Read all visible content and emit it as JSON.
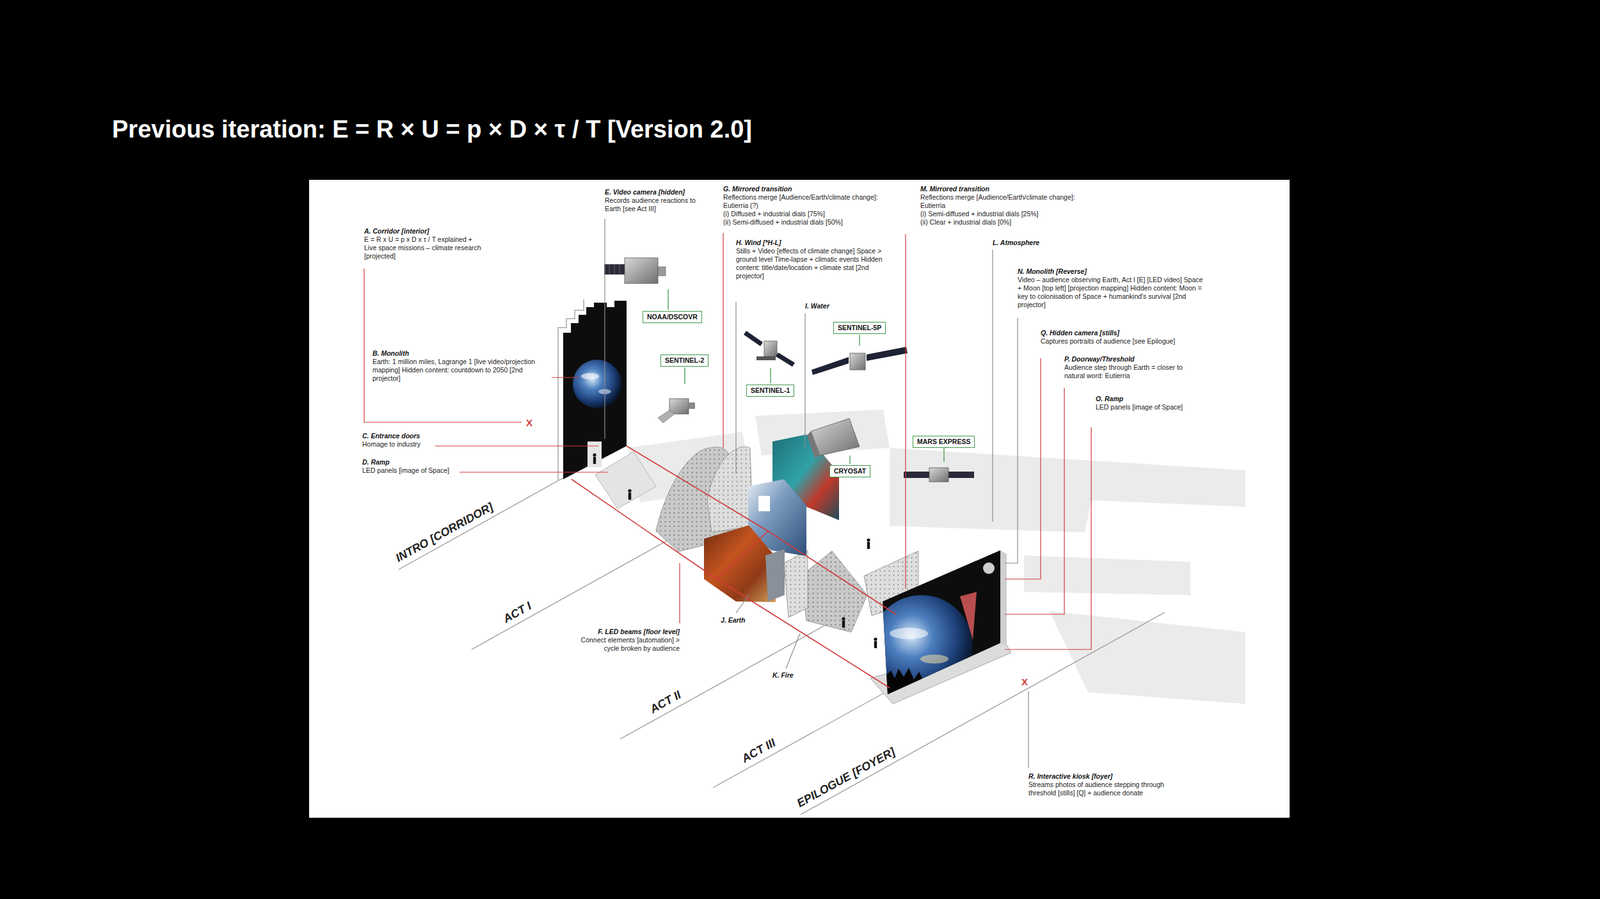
{
  "diagram": {
    "title": "Previous iteration: E = R × U = p × D × τ / T [Version 2.0]",
    "nodes": [
      {
        "text": [
          "NOAA/DSCOVR"
        ]
      },
      {
        "text": [
          "SENTINEL-5P"
        ]
      },
      {
        "text": [
          "SENTINEL-2"
        ]
      },
      {
        "text": [
          "SENTINEL-1"
        ]
      },
      {
        "text": [
          "MARS EXPRESS"
        ]
      },
      {
        "text": [
          "CRYOSAT"
        ]
      }
    ],
    "labels": [
      "A. Corridor [interior]",
      "E = R x U = p x D x τ / T explained + Live space missions – climate research [projected]",
      "B. Monolith",
      "Earth: 1 million miles, Lagrange 1 [live video/projection mapping] Hidden content: countdown to 2050 [2nd projector]",
      "C. Entrance doors",
      "Homage to industry",
      "D. Ramp",
      "LED panels [image of Space]",
      "E. Video camera [hidden]",
      "Records audience reactions to Earth [see Act III]",
      "F. LED beams [floor level]",
      "Connect elements [automation] > cycle broken by audience",
      "G. Mirrored transition",
      "Reflections merge [Audience/Earth/climate change]: Eutierria (?)",
      "(i) Diffused + industrial dials [75%]",
      "(ii) Semi-diffused + industrial dials [50%]",
      "H. Wind [*H-L]",
      "Stills + Video [effects of climate change] Space > ground level Time-lapse + climatic events Hidden content: title/date/location + climate stat [2nd projector]",
      "I. Water",
      "J. Earth",
      "K. Fire",
      "L. Atmosphere",
      "M. Mirrored transition",
      "Reflections merge [Audience/Earth/climate change]: Eutierria",
      "(i) Semi-diffused + industrial dials [25%]",
      "(ii) Clear + industrial dials [0%]",
      "N. Monolith [Reverse]",
      "Video – audience observing Earth, Act I [E] [LED video] Space + Moon [top left] [projection mapping] Hidden content: Moon = key to colonisation of Space + humankind's survival [2nd projector]",
      "O. Ramp",
      "LED panels [image of Space]",
      "P. Doorway/Threshold",
      "Audience step through Earth = closer to natural word: Eutierria",
      "Q. Hidden camera [stills]",
      "Captures portraits of audience [see Epilogue]",
      "R. Interactive kiosk [foyer]",
      "Streams photos of audience stepping through threshold [stills] [Q] + audience donate",
      "INTRO [CORRIDOR]",
      "ACT I",
      "ACT II",
      "ACT III",
      "EPILOGUE [FOYER]",
      "X",
      "X"
    ]
  }
}
